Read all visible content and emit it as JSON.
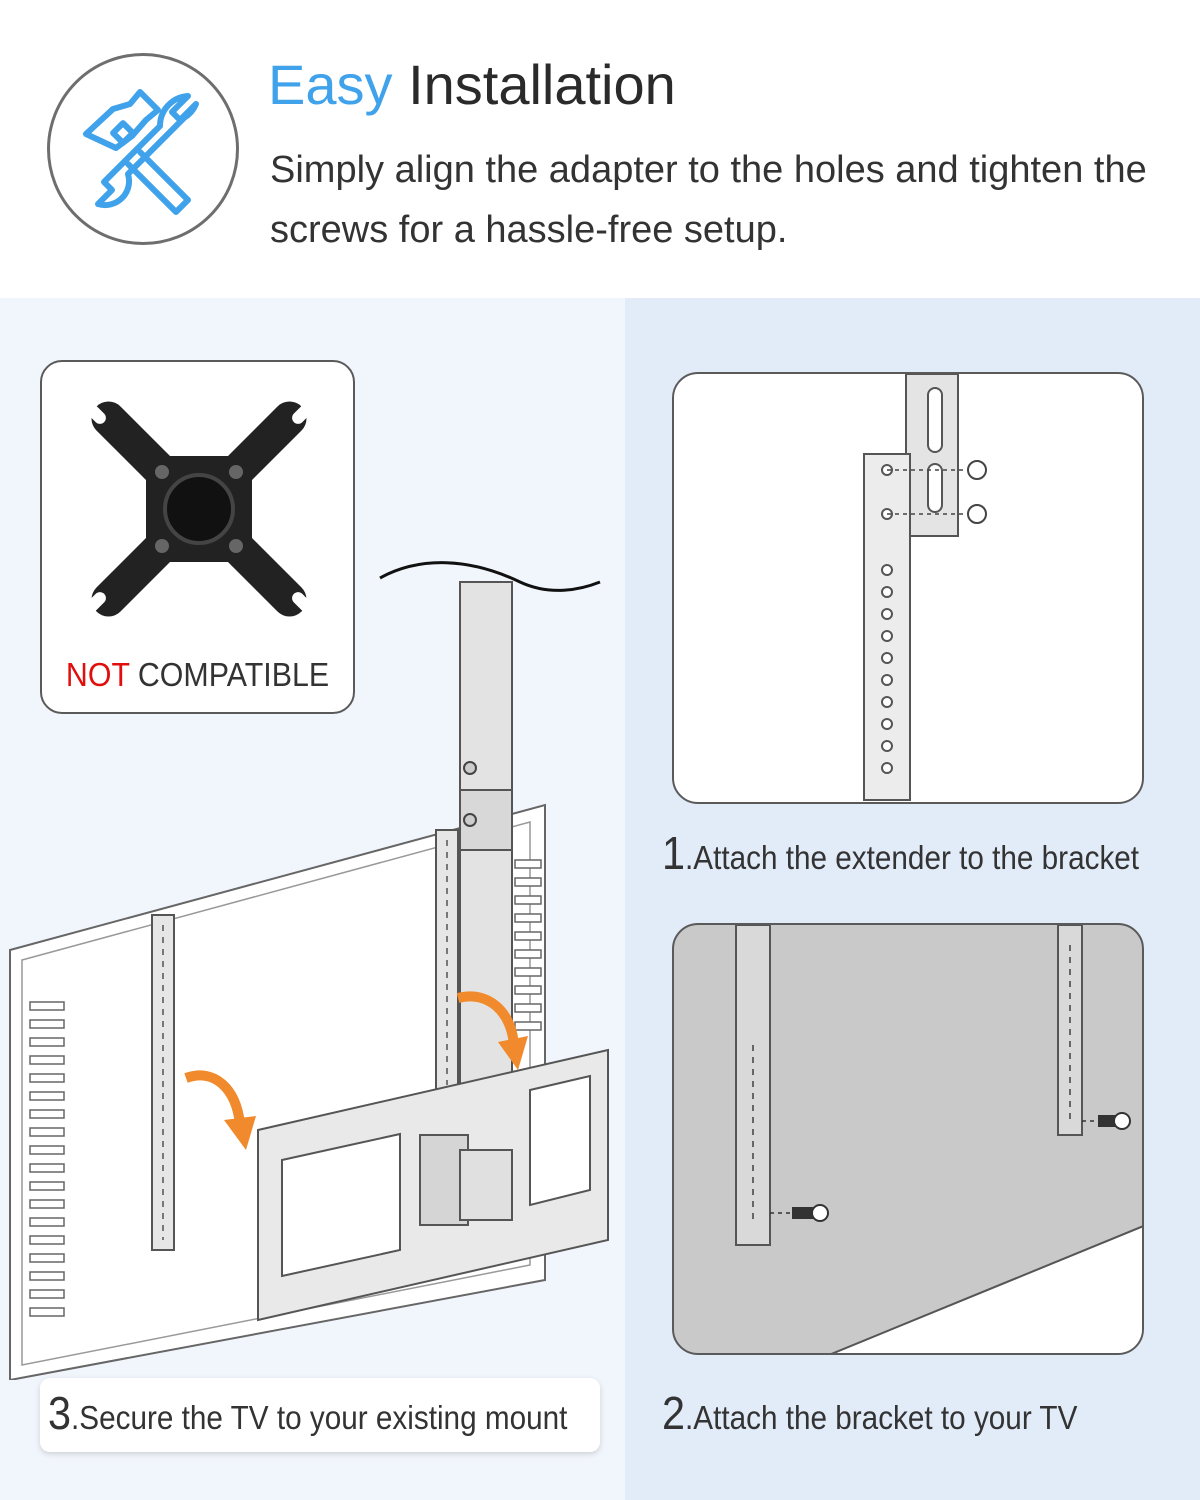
{
  "header": {
    "title_accent": "Easy",
    "title_rest": "Installation",
    "subtitle": "Simply align the adapter to the holes and tighten the screws for a hassle-free setup.",
    "icon": "tools-icon"
  },
  "not_compatible": {
    "label_red": "NOT",
    "label_rest": "COMPATIBLE",
    "icon": "vesa-plate-icon"
  },
  "steps": [
    {
      "num": "1",
      "text": ".Attach the extender to the bracket"
    },
    {
      "num": "2",
      "text": ".Attach the bracket to your TV"
    },
    {
      "num": "3",
      "text": ".Secure the TV to your existing mount"
    }
  ],
  "colors": {
    "accent": "#3fa2ea",
    "warning": "#e10e0e",
    "arrow": "#f08a2c",
    "panel_left": "#f1f5fc",
    "panel_right": "#e2ebf8"
  }
}
